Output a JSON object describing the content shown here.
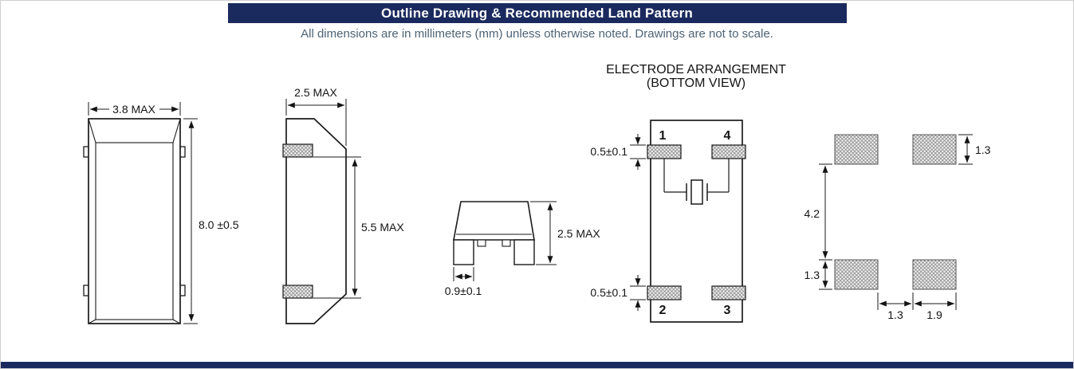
{
  "colors": {
    "accent": "#1b2a5e",
    "note_text": "#4e6375",
    "line": "#1a1a1a"
  },
  "header": {
    "title": "Outline Drawing & Recommended Land Pattern",
    "note": "All dimensions are in millimeters (mm) unless otherwise noted. Drawings are not to scale."
  },
  "drawings": {
    "front_view": {
      "width": "3.8 MAX",
      "height": "8.0 ±0.5"
    },
    "side_view": {
      "width": "2.5 MAX",
      "lead_span": "5.5 MAX"
    },
    "end_view": {
      "height": "2.5 MAX",
      "lead_width": "0.9±0.1"
    },
    "electrode_view": {
      "title_line1": "ELECTRODE ARRANGEMENT",
      "title_line2": "(BOTTOM VIEW)",
      "pad_numbers": [
        "1",
        "4",
        "2",
        "3"
      ],
      "top_pad_height": "0.5±0.1",
      "bottom_pad_height": "0.5±0.1"
    },
    "land_pattern": {
      "pad_height": "1.3",
      "row_spacing": "4.2",
      "lower_pad_height": "1.3",
      "pad_gap": "1.3",
      "pad_width": "1.9"
    }
  }
}
